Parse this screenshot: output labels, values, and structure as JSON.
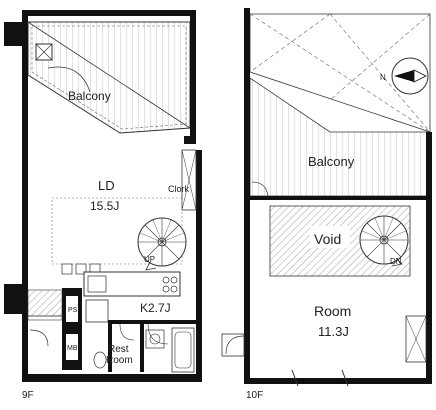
{
  "floors": {
    "floor_9": {
      "floor_label": "9F",
      "balcony_label": "Balcony",
      "ld_label": "LD",
      "ld_area": "15.5J",
      "closet_label": "Clork",
      "stair_label": "UP",
      "kitchen_label": "K2.7J",
      "ps_label": "PS",
      "mb_label": "MB",
      "rest_room_label_1": "Rest",
      "rest_room_label_2": "Room"
    },
    "floor_10": {
      "floor_label": "10F",
      "balcony_label": "Balcony",
      "void_label": "Void",
      "stair_label": "DN",
      "room_label": "Room",
      "room_area": "11.3J"
    }
  },
  "compass": {
    "label": "N",
    "icon": "north-arrow-icon"
  },
  "colors": {
    "wall": "#111111",
    "line": "#333333",
    "hatch": "#9a9a9a",
    "background": "#ffffff"
  }
}
